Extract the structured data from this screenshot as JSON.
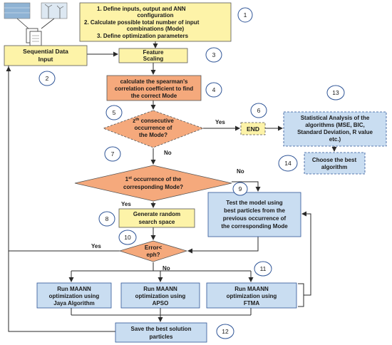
{
  "init_box": {
    "line1": "1.    Define inputs, output and ANN",
    "line2": "configuration",
    "line3": "2.    Calculate possible total number of input",
    "line4": "combinations (Mode)",
    "line5": "3.    Define optimization parameters"
  },
  "sequential_input": {
    "line1": "Sequential Data",
    "line2": "Input"
  },
  "feature_scaling": {
    "line1": "Feature",
    "line2": "Scaling"
  },
  "spearman": {
    "line1": "calculate the spearman's",
    "line2": "correlation coefficient to find",
    "line3": "the correct Mode"
  },
  "consecutive": {
    "line1a": "z",
    "line1sup": "th",
    "line1b": " consecutive",
    "line2": "occurrence of",
    "line3": "the Mode?"
  },
  "end_box": {
    "label": "END"
  },
  "stats_box": {
    "line1": "Statistical Analysis of the",
    "line2": "algorithms (MSE, BIC,",
    "line3": "Standard Deviation, R value",
    "line4": "etc.)"
  },
  "best_algo": {
    "line1": "Choose the best",
    "line2": "algorithm"
  },
  "first_occ": {
    "line1a": "1",
    "line1sup": "st",
    "line1b": " occurrence of the",
    "line2": "corresponding Mode?"
  },
  "random_space": {
    "line1": "Generate random",
    "line2": "search space"
  },
  "test_model": {
    "line1": "Test the model using",
    "line2": "best particles from the",
    "line3": "previous occurrence of",
    "line4": "the corresponding Mode"
  },
  "error_check": {
    "line1": "Error<",
    "line2": "eph?"
  },
  "jaya": {
    "line1": "Run MAANN",
    "line2": "optimization using",
    "line3": "Jaya Algorithm"
  },
  "apso": {
    "line1": "Run MAANN",
    "line2": "optimization using",
    "line3": "APSO"
  },
  "ftma": {
    "line1": "Run MAANN",
    "line2": "optimization using",
    "line3": "FTMA"
  },
  "save_box": {
    "line1": "Save the best solution",
    "line2": "particles"
  },
  "edge_labels": {
    "yes1": "Yes",
    "no1": "No",
    "no2": "No",
    "yes2": "Yes",
    "yes3": "Yes",
    "no3": "No"
  },
  "step_numbers": [
    "1",
    "2",
    "3",
    "4",
    "5",
    "6",
    "7",
    "8",
    "9",
    "10",
    "11",
    "12",
    "13",
    "14"
  ],
  "colors": {
    "yellow": "#fdf3a8",
    "orange": "#f5a97c",
    "blue": "#c9ddf1",
    "circle_stroke": "#2f5597",
    "line": "#2a2a2a"
  }
}
